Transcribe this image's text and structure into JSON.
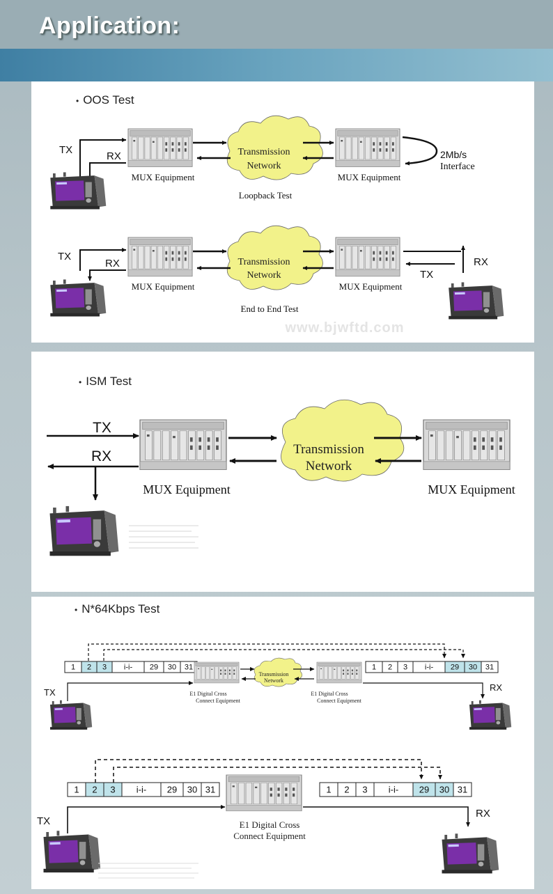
{
  "page": {
    "title": "Application:"
  },
  "oos": {
    "heading": "OOS Test",
    "loopback": {
      "tx": "TX",
      "rx": "RX",
      "mux_left": "MUX Equipment",
      "mux_right": "MUX Equipment",
      "network_line1": "Transmission",
      "network_line2": "Network",
      "interface_line1": "2Mb/s",
      "interface_line2": "Interface",
      "caption": "Loopback Test"
    },
    "end_to_end": {
      "tx_left": "TX",
      "rx_left": "RX",
      "mux_left": "MUX Equipment",
      "mux_right": "MUX Equipment",
      "network_line1": "Transmission",
      "network_line2": "Network",
      "tx_right": "TX",
      "rx_right": "RX",
      "caption": "End to End Test"
    },
    "watermark": "www.bjwftd.com"
  },
  "ism": {
    "heading": "ISM Test",
    "tx": "TX",
    "rx": "RX",
    "mux_left": "MUX Equipment",
    "mux_right": "MUX Equipment",
    "network_line1": "Transmission",
    "network_line2": "Network"
  },
  "n64": {
    "heading": "N*64Kbps Test",
    "top": {
      "slots_left": [
        "1",
        "2",
        "3",
        "i-i-",
        "29",
        "30",
        "31"
      ],
      "slots_right": [
        "1",
        "2",
        "3",
        "i-i-",
        "29",
        "30",
        "31"
      ],
      "network_line1": "Transmission",
      "network_line2": "Network",
      "dxc_left_line1": "E1 Digital Cross",
      "dxc_left_line2": "Connect Equipment",
      "dxc_right_line1": "E1 Digital Cross",
      "dxc_right_line2": "Connect Equipment",
      "tx": "TX",
      "rx": "RX"
    },
    "bottom": {
      "slots_left": [
        "1",
        "2",
        "3",
        "i-i-",
        "29",
        "30",
        "31"
      ],
      "slots_right": [
        "1",
        "2",
        "3",
        "i-i-",
        "29",
        "30",
        "31"
      ],
      "dxc_line1": "E1 Digital Cross",
      "dxc_line2": "Connect Equipment",
      "tx": "TX",
      "rx": "RX"
    }
  },
  "colors": {
    "slot_highlight": "#bfe3ea",
    "cloud": "#f2f28a",
    "screen": "#7a2fa8",
    "bar_start": "#3f7fa3",
    "bar_end": "#94bfd0"
  },
  "icons": [
    "mux-rack-icon",
    "cloud-icon",
    "tester-icon",
    "arrow-icon"
  ]
}
